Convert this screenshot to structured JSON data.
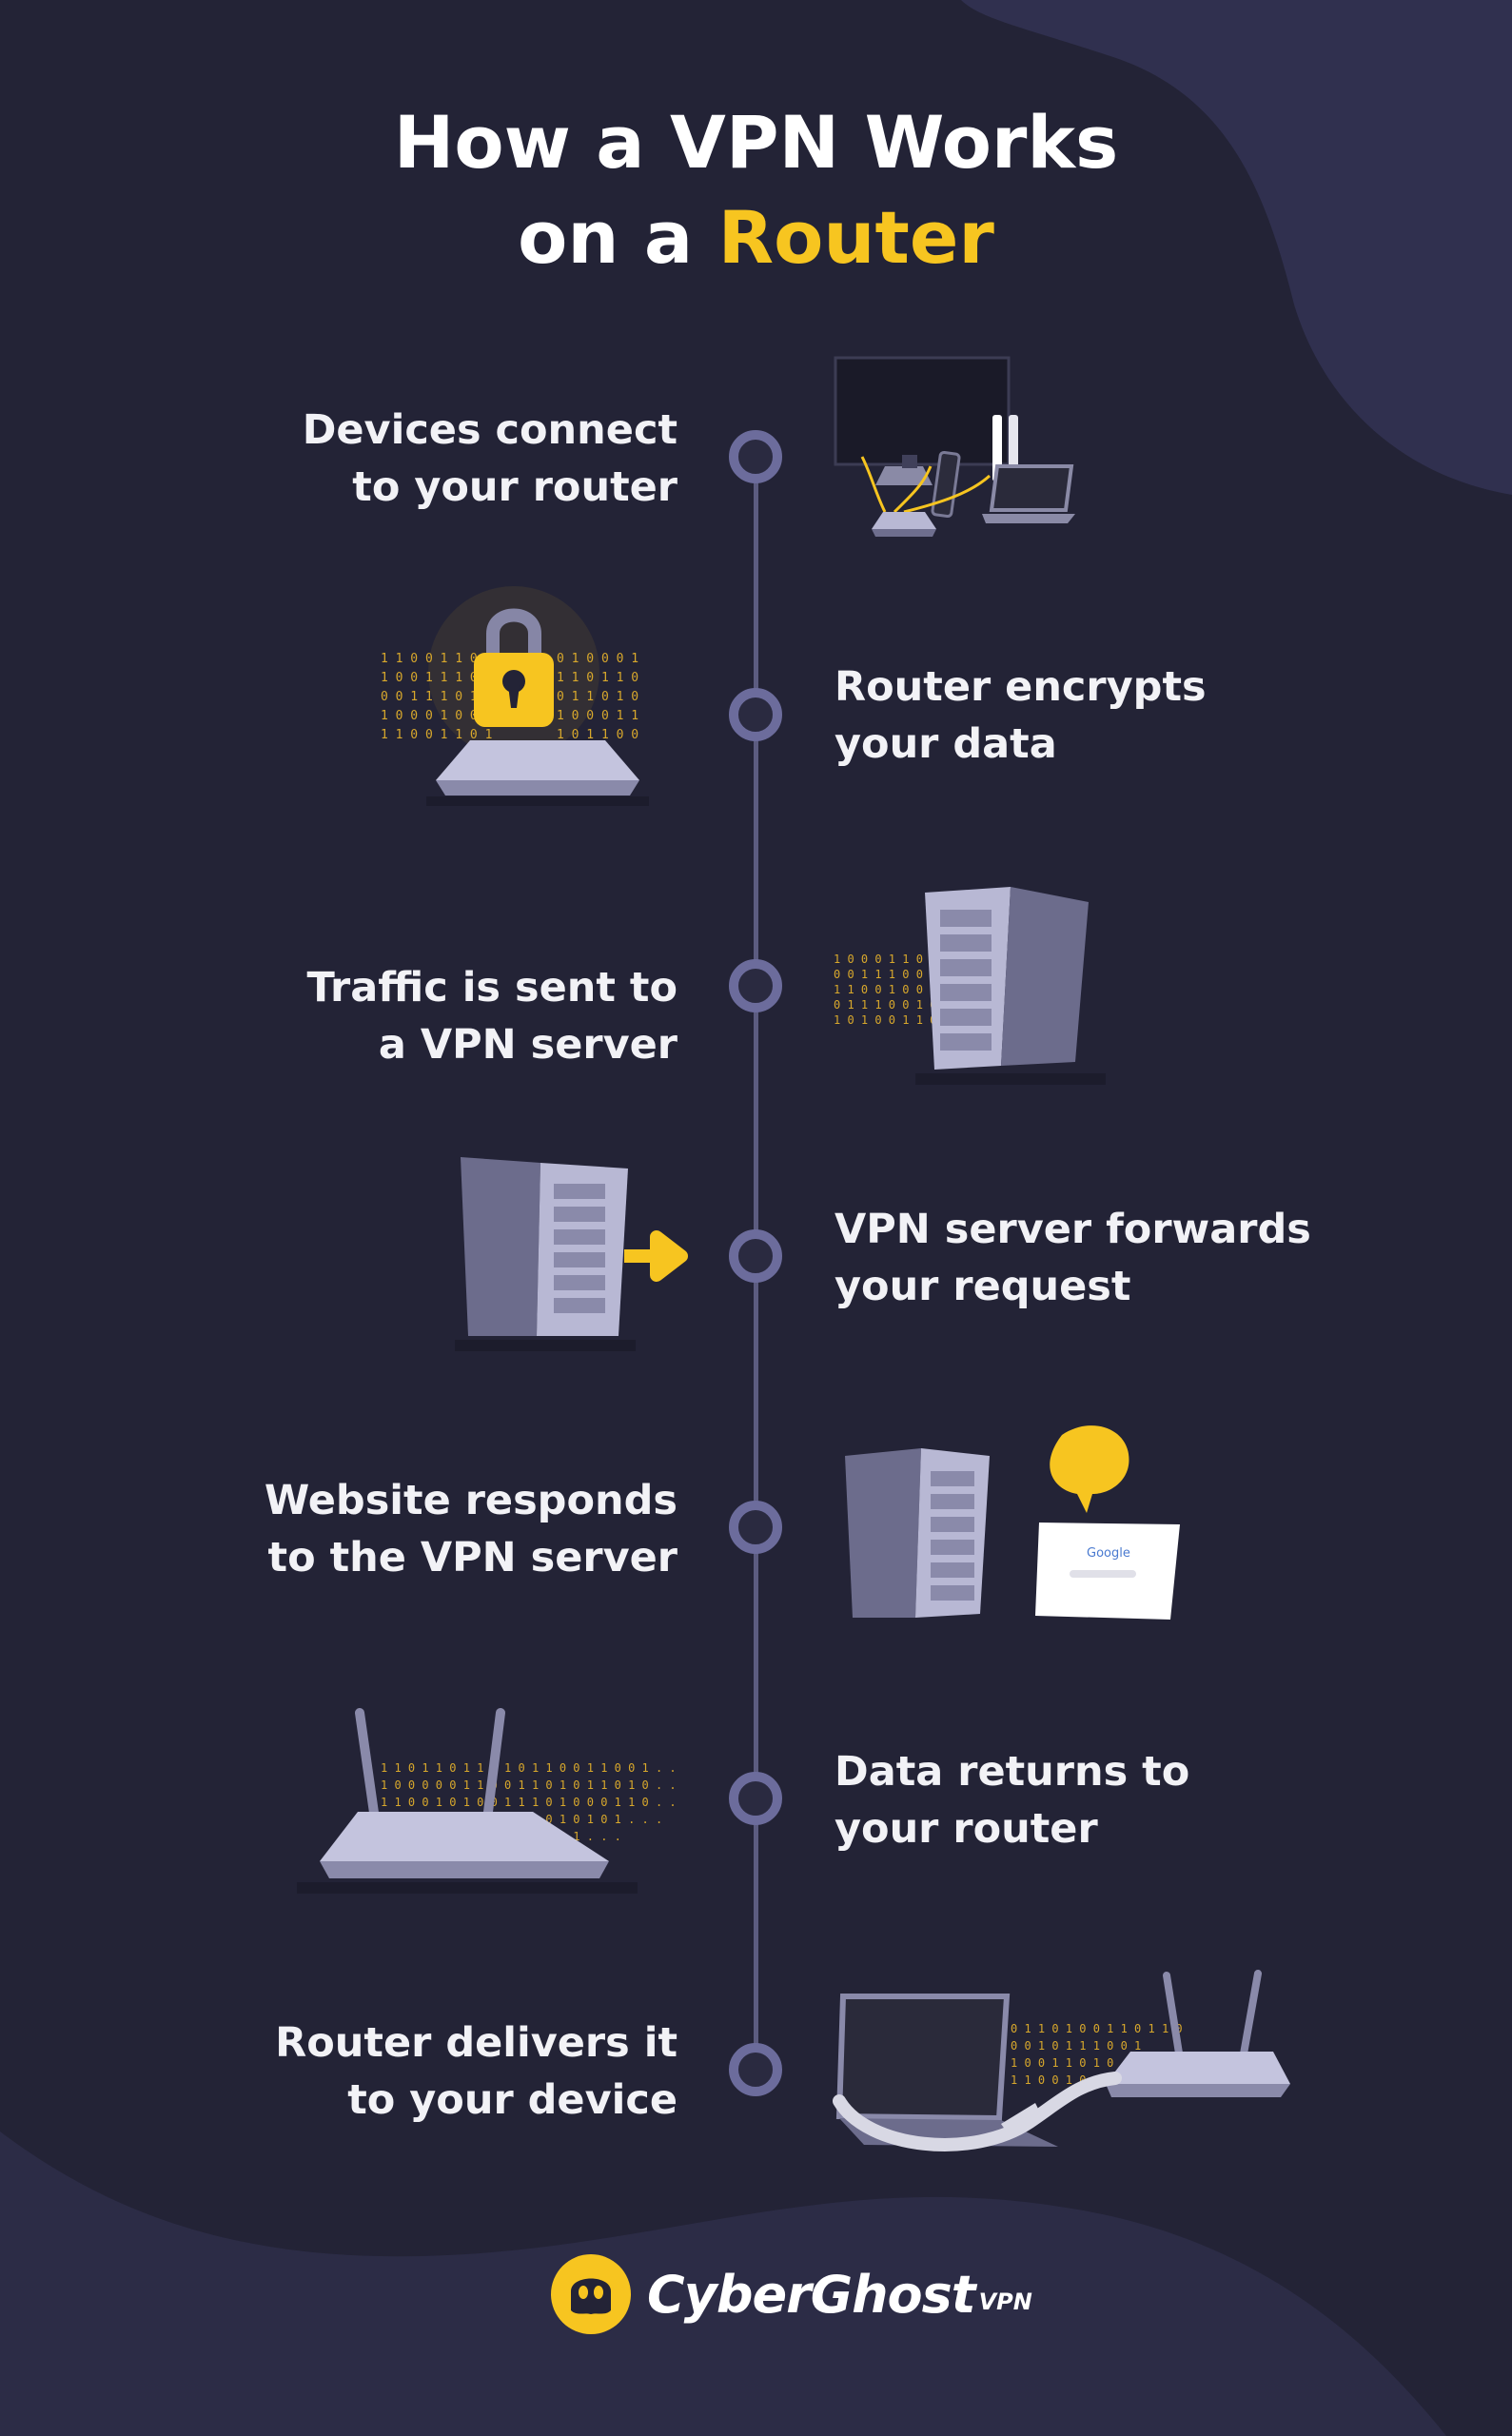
{
  "title": {
    "line1": "How a VPN Works",
    "line2_prefix": "on a ",
    "line2_accent": "Router"
  },
  "colors": {
    "background": "#232336",
    "accent": "#f7c520",
    "timeline": "#5c5c80",
    "node": "#6c6c9c",
    "text": "#f2f2f6"
  },
  "steps": [
    {
      "line1": "Devices connect",
      "line2": "to your router",
      "icon": "devices-router-icon"
    },
    {
      "line1": "Router encrypts",
      "line2": "your data",
      "icon": "router-lock-icon"
    },
    {
      "line1": "Traffic is sent to",
      "line2": "a VPN server",
      "icon": "server-data-icon"
    },
    {
      "line1": "VPN server forwards",
      "line2": "your request",
      "icon": "server-arrow-icon"
    },
    {
      "line1": "Website responds",
      "line2": "to the VPN server",
      "icon": "server-website-icon"
    },
    {
      "line1": "Data returns to",
      "line2": "your router",
      "icon": "router-data-icon"
    },
    {
      "line1": "Router delivers it",
      "line2": "to your device",
      "icon": "laptop-router-icon"
    }
  ],
  "website_card": {
    "label": "Google"
  },
  "binary_text": "1 1 0 0 1 0 1 1 0 0 0 1 1 0 1",
  "footer": {
    "brand": "CyberGhost",
    "brand_suffix": "VPN",
    "logo_icon": "ghost-logo-icon"
  }
}
